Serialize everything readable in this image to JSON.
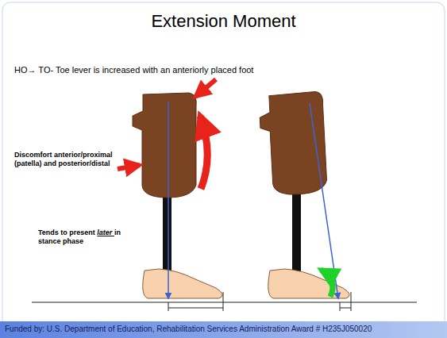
{
  "diagram": {
    "title": "Extension Moment",
    "labels": [
      "HO→ TO- Toe lever is increased with an anteriorly placed foot",
      "Discomfort anterior/proximal (patella) and posterior/distal",
      "Tends to present later in stance phase",
      "Funded by: U.S. Department of Education, Rehabilitation Services Administration Award # H235J050020"
    ]
  }
}
